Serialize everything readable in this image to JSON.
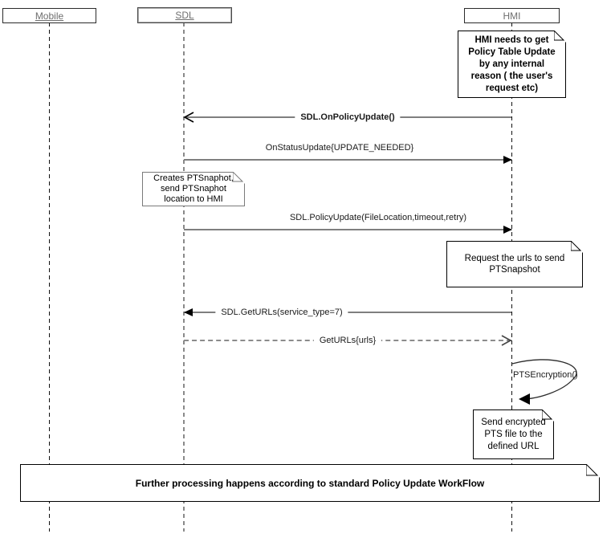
{
  "diagram": {
    "participants": {
      "mobile": {
        "label": "Mobile"
      },
      "sdl": {
        "label": "SDL"
      },
      "hmi": {
        "label": "HMI"
      }
    },
    "messages": {
      "on_policy_update": "SDL.OnPolicyUpdate()",
      "on_status_update": "OnStatusUpdate{UPDATE_NEEDED}",
      "policy_update": "SDL.PolicyUpdate(FileLocation,timeout,retry)",
      "get_urls": "SDL.GetURLs(service_type=7)",
      "get_urls_response": "GetURLs{urls}",
      "pts_encryption": "PTSEncryption()"
    },
    "notes": {
      "hmi_reason": "HMI needs to get\nPolicy Table Update\nby any internal\nreason ( the user's\nrequest etc)",
      "sdl_snapshot": "Creates PTSnaphot,\nsend PTSnaphot\nlocation  to HMI",
      "request_urls": "Request the urls to send\nPTSnapshot",
      "send_encrypted": "Send encrypted\nPTS file to the\ndefined URL",
      "further_processing": "Further processing happens according to standard Policy Update WorkFlow"
    },
    "colors": {
      "message_line": "#7f7f7f",
      "lifeline_dark": "#111111",
      "lifeline_gray": "#8a8a8a",
      "arrowhead": "#000000",
      "note_border": "#000000",
      "actor_text": "#6e6e6e",
      "background": "#ffffff"
    }
  }
}
